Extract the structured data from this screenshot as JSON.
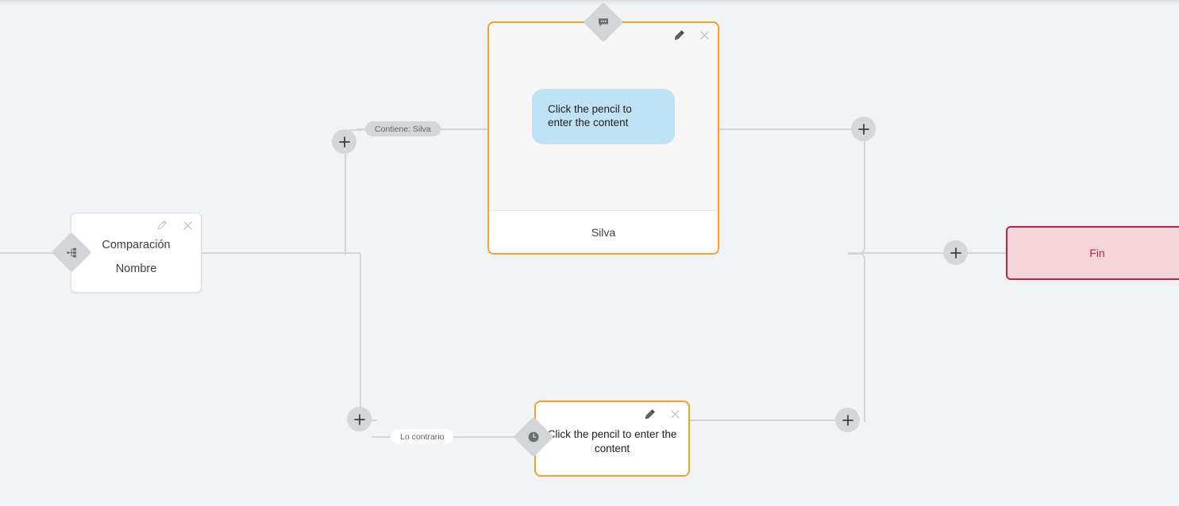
{
  "canvas": {
    "background_color": "#f2f3f5",
    "line_color": "#d3d5d9"
  },
  "nodes": {
    "comparison": {
      "title": "Comparación",
      "subtitle": "Nombre",
      "icon": "sitemap-branch-icon",
      "edit_icon": "pencil-icon",
      "close_icon": "close-icon",
      "border_color": "#dddee1"
    },
    "message": {
      "icon": "chat-bubble-icon",
      "bubble_text": "Click the pencil to enter the content",
      "footer_label": "Silva",
      "edit_icon": "pencil-icon",
      "close_icon": "close-icon",
      "border_color": "#f5a030",
      "bubble_color": "#bfe3f5"
    },
    "delay": {
      "icon": "clock-icon",
      "text": "Click the pencil to enter the content",
      "edit_icon": "pencil-icon",
      "close_icon": "close-icon",
      "border_color": "#f5a030"
    },
    "end": {
      "label": "Fin",
      "border_color": "#bd2442",
      "fill_color": "#f4d5da"
    }
  },
  "edge_labels": {
    "true_branch": "Contiene: Silva",
    "false_branch": "Lo contrario"
  },
  "add_buttons": [
    {
      "name": "add-step-true-branch"
    },
    {
      "name": "add-step-false-branch"
    },
    {
      "name": "add-step-after-message"
    },
    {
      "name": "add-step-after-delay"
    },
    {
      "name": "add-step-before-end"
    }
  ]
}
